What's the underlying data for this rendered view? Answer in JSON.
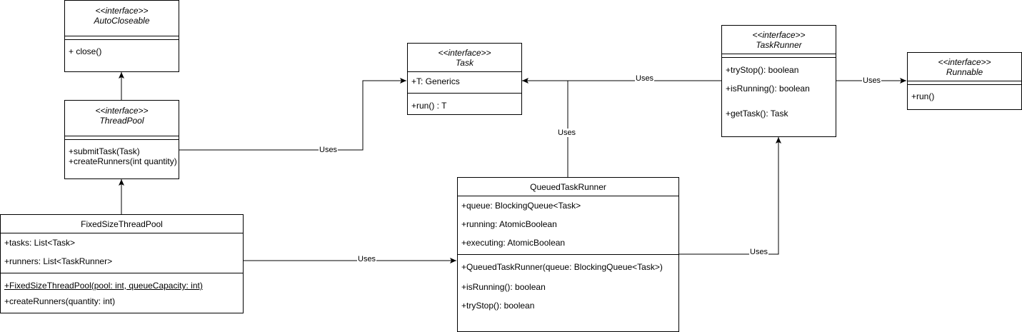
{
  "classes": {
    "autocloseable": {
      "stereotype": "<<interface>>",
      "name": "AutoCloseable",
      "methods": [
        "+ close()"
      ]
    },
    "threadpool": {
      "stereotype": "<<interface>>",
      "name": "ThreadPool",
      "methods": [
        "+submitTask(Task)",
        "+createRunners(int quantity)"
      ]
    },
    "fixedsize": {
      "name": "FixedSizeThreadPool",
      "attributes": [
        "+tasks: List<Task>",
        "+runners: List<TaskRunner>"
      ],
      "methods": [
        "+FixedSizeThreadPool(pool: int, queueCapacity: int)",
        "+createRunners(quantity: int)"
      ]
    },
    "task": {
      "stereotype": "<<interface>>",
      "name": "Task",
      "attributes": [
        "+T: Generics"
      ],
      "methods": [
        "+run() : T"
      ]
    },
    "queued": {
      "name": "QueuedTaskRunner",
      "attributes": [
        "+queue: BlockingQueue<Task>",
        "+running: AtomicBoolean",
        "+executing: AtomicBoolean"
      ],
      "methods": [
        "+QueuedTaskRunner(queue: BlockingQueue<Task>)",
        "+isRunning(): boolean",
        "+tryStop(): boolean"
      ]
    },
    "taskrunner": {
      "stereotype": "<<interface>>",
      "name": "TaskRunner",
      "methods": [
        "+tryStop(): boolean",
        "+isRunning(): boolean",
        "+getTask(): Task"
      ]
    },
    "runnable": {
      "stereotype": "<<interface>>",
      "name": "Runnable",
      "methods": [
        "+run()"
      ]
    }
  },
  "edge_labels": {
    "threadpool_task": "Uses",
    "taskrunner_task": "Uses",
    "queued_task": "Uses",
    "taskrunner_runnable": "Uses",
    "fixedsize_queued": "Uses",
    "queued_taskrunner": "Uses"
  }
}
